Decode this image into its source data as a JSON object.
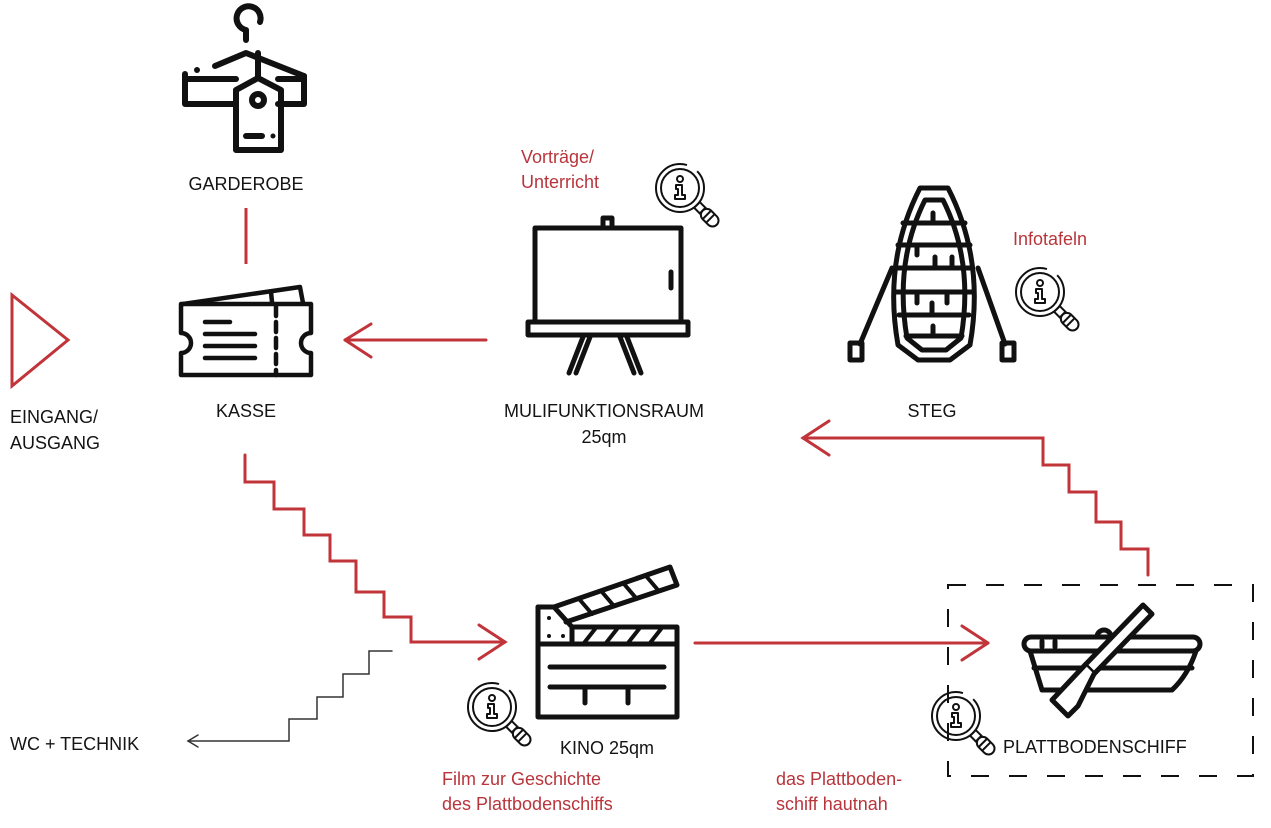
{
  "diagram": {
    "accent_color": "#c0343a",
    "stations": {
      "garderobe": {
        "label": "GARDEROBE",
        "icon": "coat-hanger-icon"
      },
      "eingang": {
        "label_line1": "EINGANG/",
        "label_line2": "AUSGANG",
        "icon": "entrance-triangle-icon"
      },
      "kasse": {
        "label": "KASSE",
        "icon": "ticket-icon"
      },
      "multifunktionsraum": {
        "label_line1": "MULIFUNKTIONSRAUM",
        "label_line2": "25qm",
        "icon": "presentation-board-icon",
        "note_line1": "Vorträge/",
        "note_line2": "Unterricht"
      },
      "steg": {
        "label": "STEG",
        "icon": "rowboat-top-view-icon",
        "note": "Infotafeln"
      },
      "kino": {
        "label": "KINO 25qm",
        "icon": "clapperboard-icon",
        "note_line1": "Film zur Geschichte",
        "note_line2": "des Plattbodenschiffs"
      },
      "plattbodenschiff": {
        "label": "PLATTBODENSCHIFF",
        "icon": "boat-with-oar-icon",
        "note_line1": "das Plattboden-",
        "note_line2": "schiff hautnah"
      },
      "wc": {
        "label": "WC + TECHNIK"
      }
    },
    "info_icon": "info-magnifier-icon"
  }
}
